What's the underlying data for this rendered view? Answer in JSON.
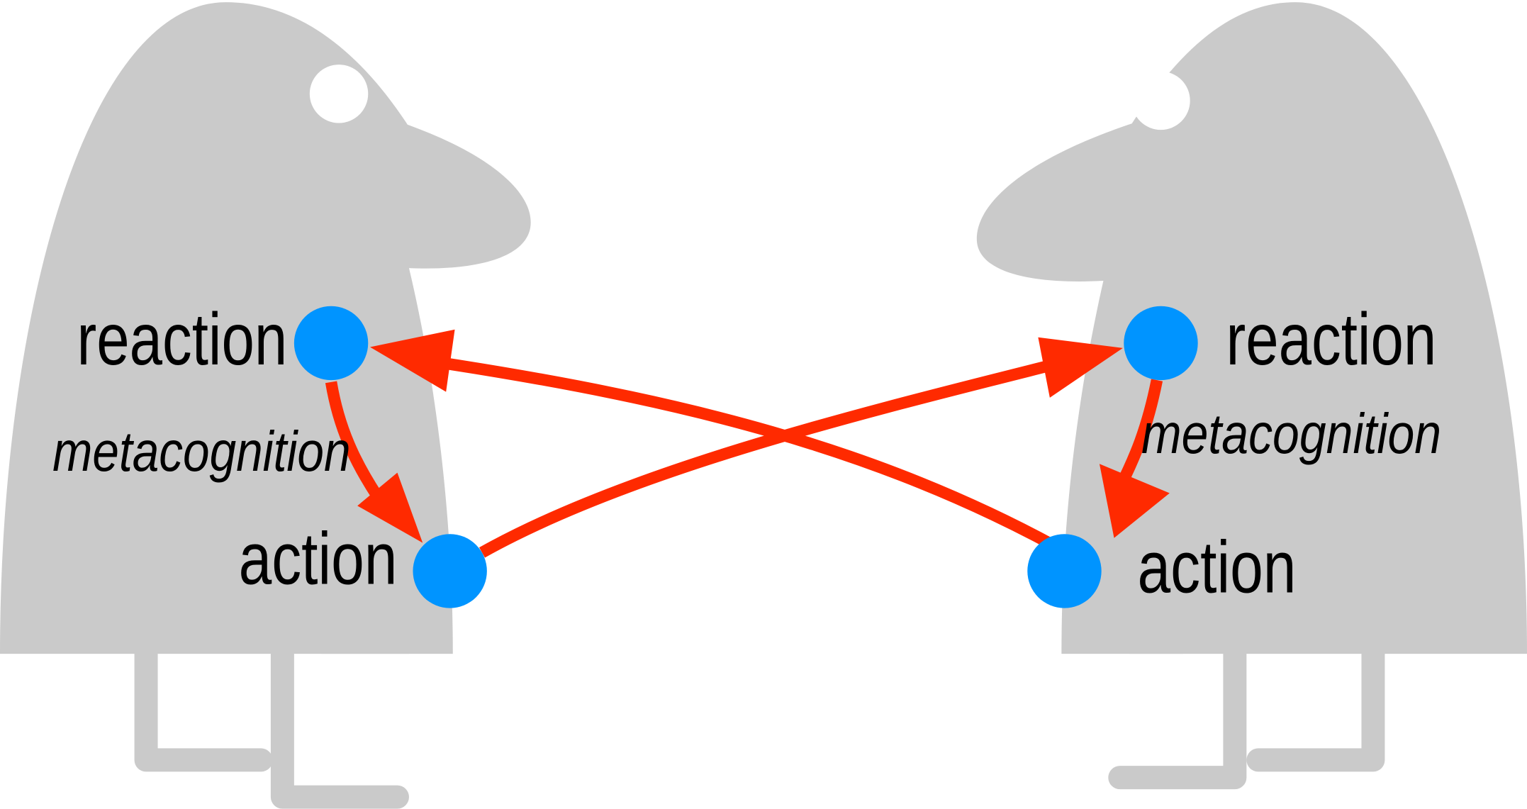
{
  "colors": {
    "figure": "#cacaca",
    "node": "#0094ff",
    "arrow": "#ff2a00",
    "background": "#ffffff"
  },
  "left_person": {
    "reaction_label": "reaction",
    "action_label": "action",
    "metacognition_label": "metacognition"
  },
  "right_person": {
    "reaction_label": "reaction",
    "action_label": "action",
    "metacognition_label": "metacognition"
  }
}
